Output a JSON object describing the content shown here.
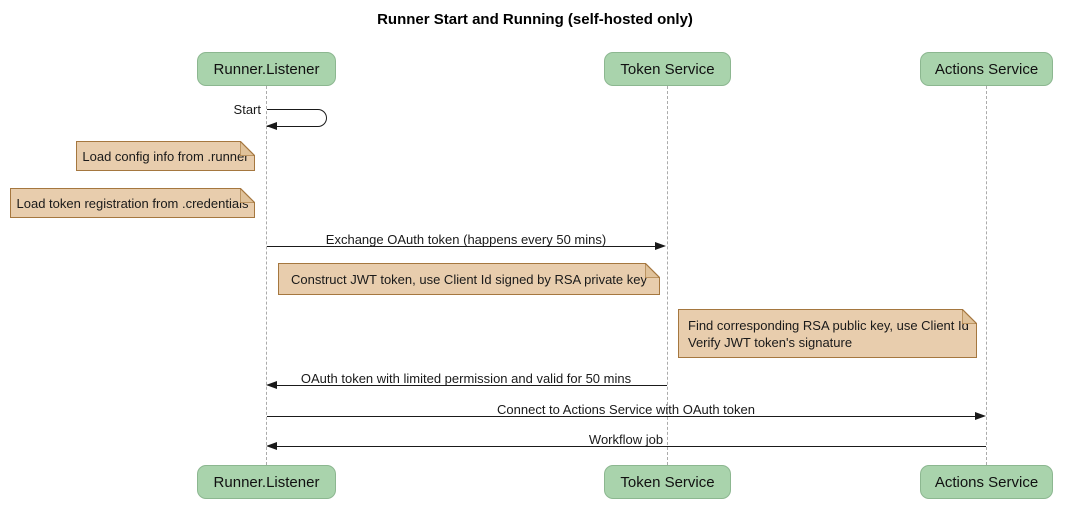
{
  "title": "Runner Start and Running (self-hosted only)",
  "actors": [
    {
      "label": "Runner.Listener"
    },
    {
      "label": "Token Service"
    },
    {
      "label": "Actions Service"
    }
  ],
  "messages": [
    {
      "label": "Start",
      "kind": "self",
      "from": "Runner.Listener",
      "to": "Runner.Listener"
    },
    {
      "label": "Exchange OAuth token (happens every 50 mins)",
      "kind": "solid-arrow",
      "from": "Runner.Listener",
      "to": "Token Service"
    },
    {
      "label": "OAuth token with limited permission and valid for 50 mins",
      "kind": "solid-arrow",
      "from": "Token Service",
      "to": "Runner.Listener"
    },
    {
      "label": "Connect to Actions Service with OAuth token",
      "kind": "solid-arrow",
      "from": "Runner.Listener",
      "to": "Actions Service"
    },
    {
      "label": "Workflow job",
      "kind": "solid-arrow",
      "from": "Actions Service",
      "to": "Runner.Listener"
    }
  ],
  "notes": [
    {
      "text": "Load config info from .runner",
      "position": "left of Runner.Listener"
    },
    {
      "text": "Load token registration from .credentials",
      "position": "left of Runner.Listener"
    },
    {
      "text": "Construct JWT token, use Client Id signed by RSA private key",
      "position": "over Runner.Listener, Token Service"
    },
    {
      "lines": [
        "Find corresponding RSA public key, use Client Id",
        "Verify JWT token's signature"
      ],
      "position": "over Token Service, Actions Service"
    }
  ],
  "colors": {
    "actor_fill": "#a9d3ac",
    "actor_border": "#8cb790",
    "note_fill": "#e8cdad",
    "note_border": "#a5773f",
    "message_line": "#1a1a1a",
    "lifeline": "#ababab",
    "background": "#ffffff"
  }
}
